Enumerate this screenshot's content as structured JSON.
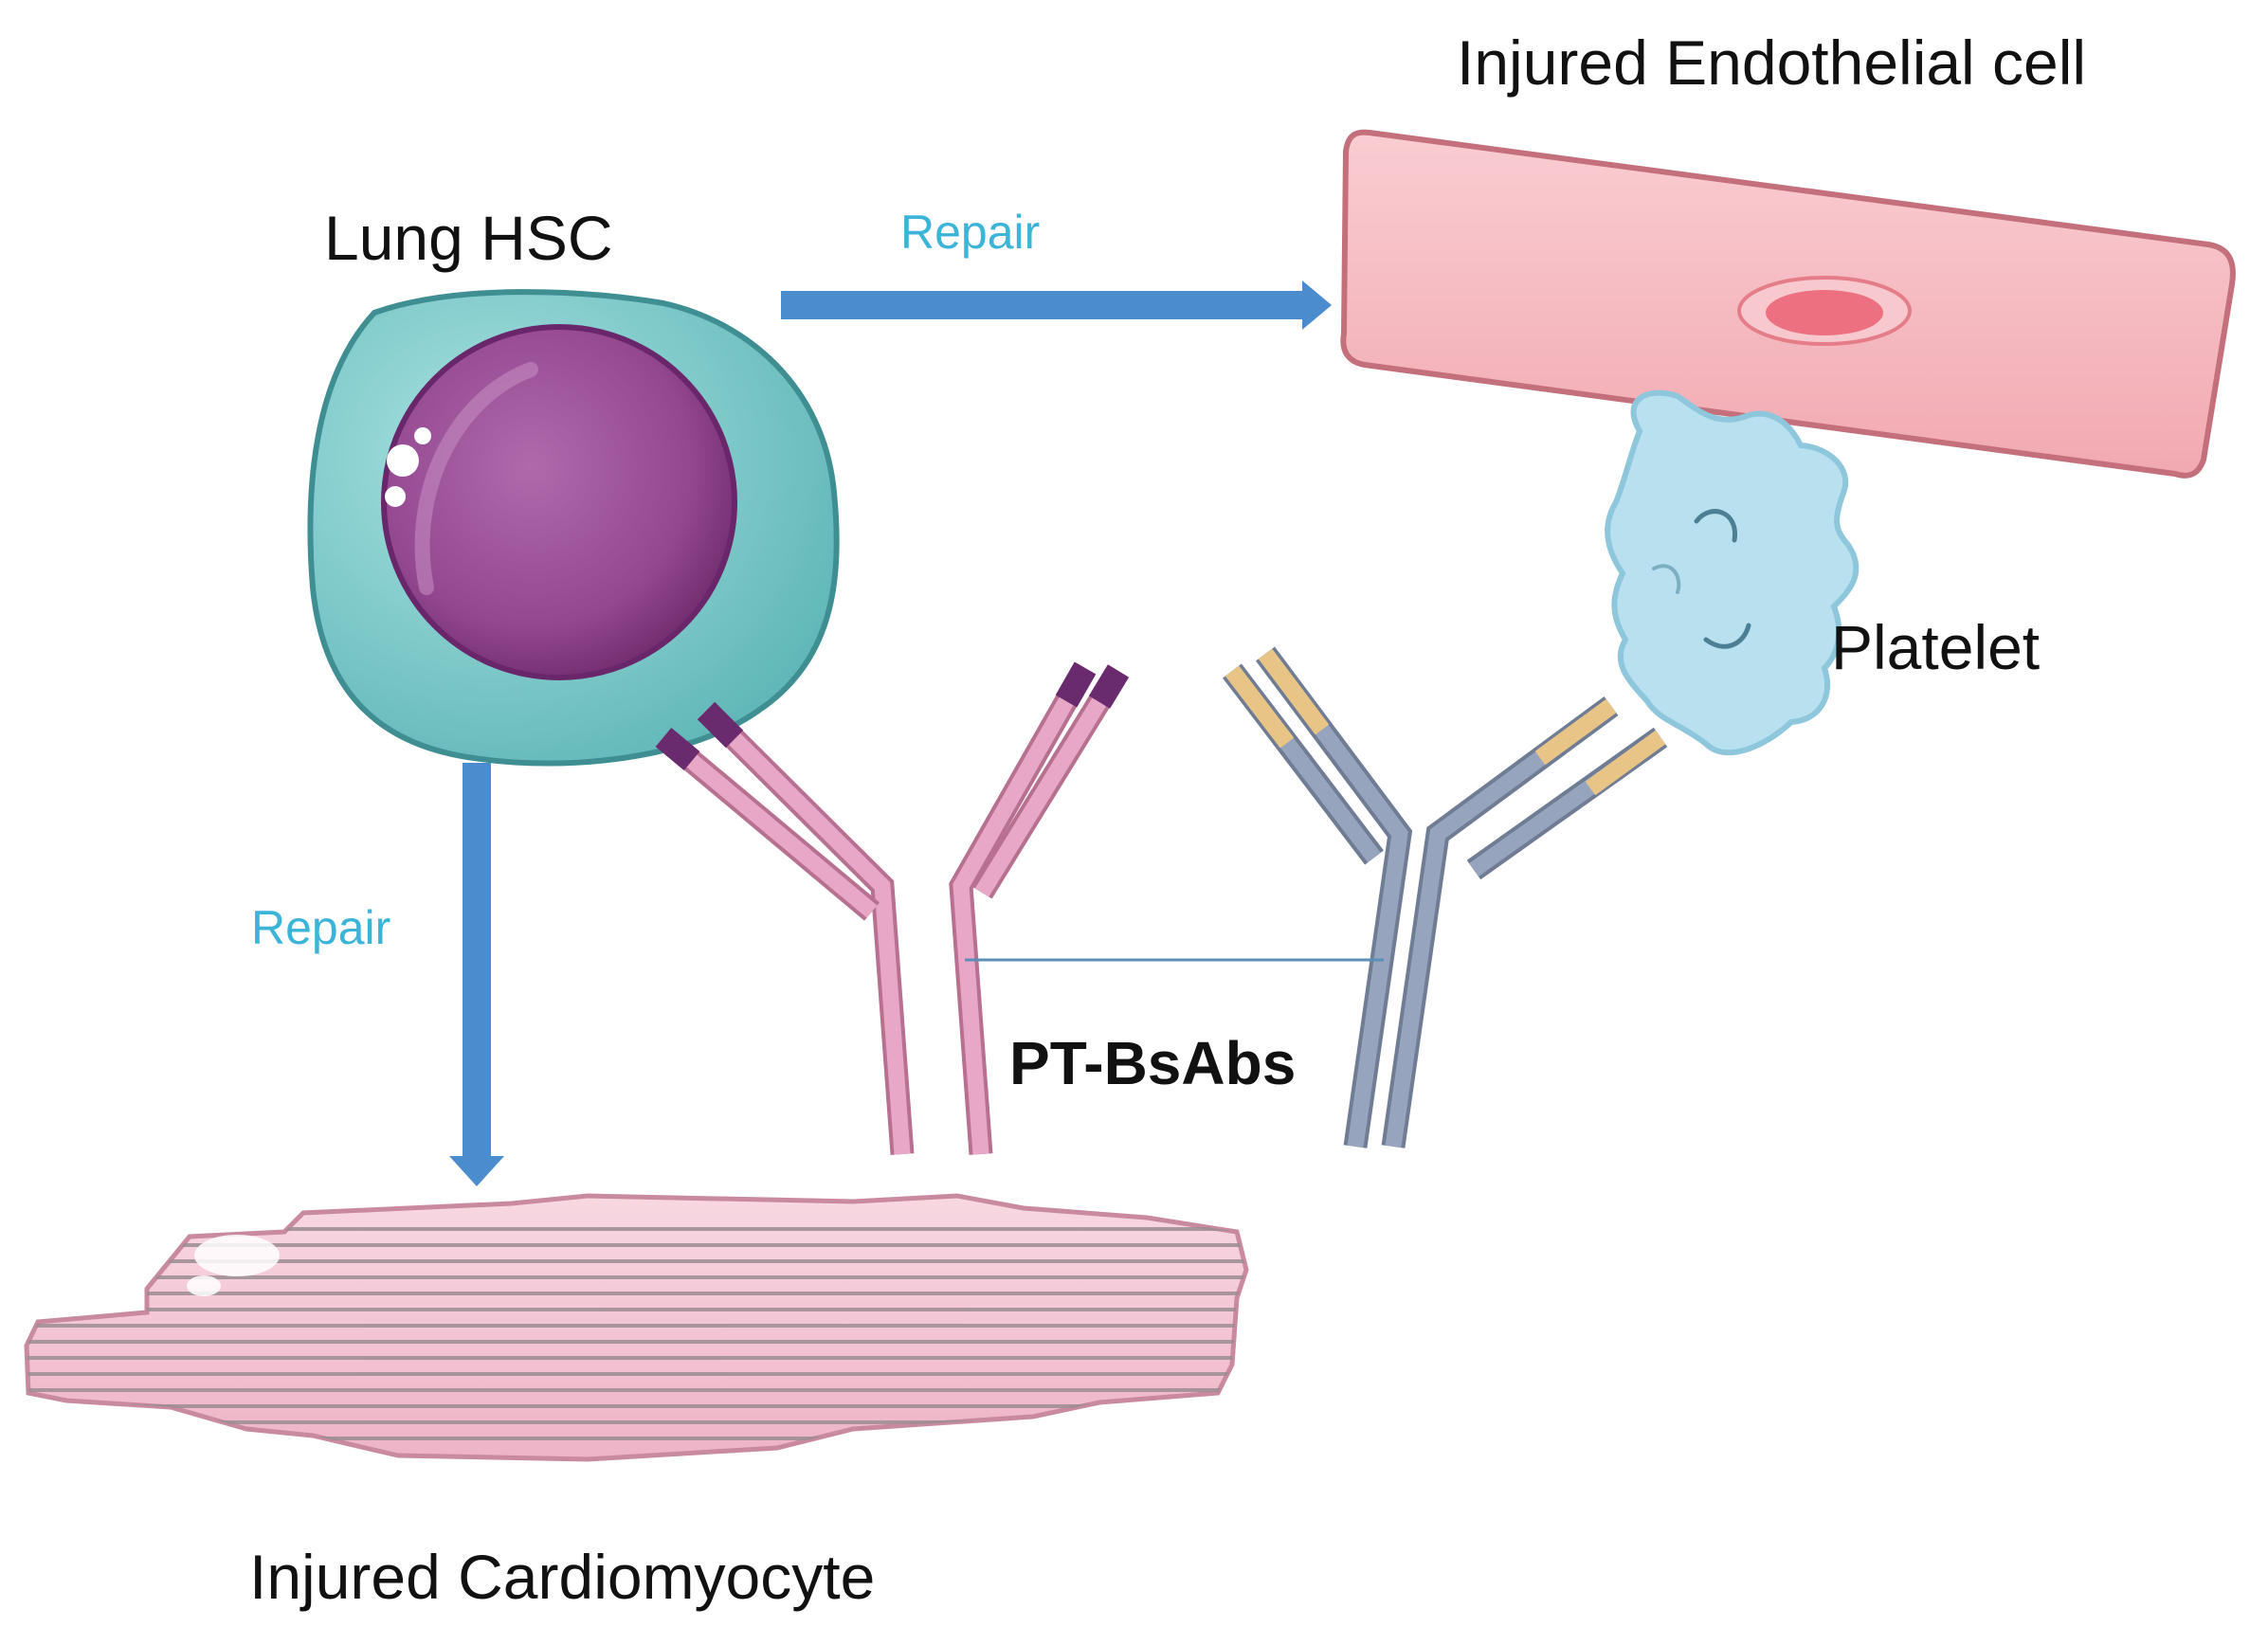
{
  "labels": {
    "lung_hsc": "Lung HSC",
    "endothelial": "Injured Endothelial cell",
    "platelet": "Platelet",
    "cardiomyocyte": "Injured Cardiomyocyte",
    "repair_top": "Repair",
    "repair_left": "Repair",
    "antibody": "PT-BsAbs"
  },
  "colors": {
    "arrow": "#4a8ccd",
    "repair_text": "#3cb4d8",
    "hsc_cytoplasm": "#7ccaca",
    "hsc_nucleus": "#8e3f8c",
    "endothelial": "#f6b8be",
    "platelet": "#b8e0ee",
    "cardiomyocyte": "#f3c6d3",
    "antibody_pink": "#e8a7c6",
    "antibody_gray": "#97a4bd",
    "antibody_tip_purple": "#6a2a6e",
    "antibody_tip_gold": "#e8c486"
  }
}
